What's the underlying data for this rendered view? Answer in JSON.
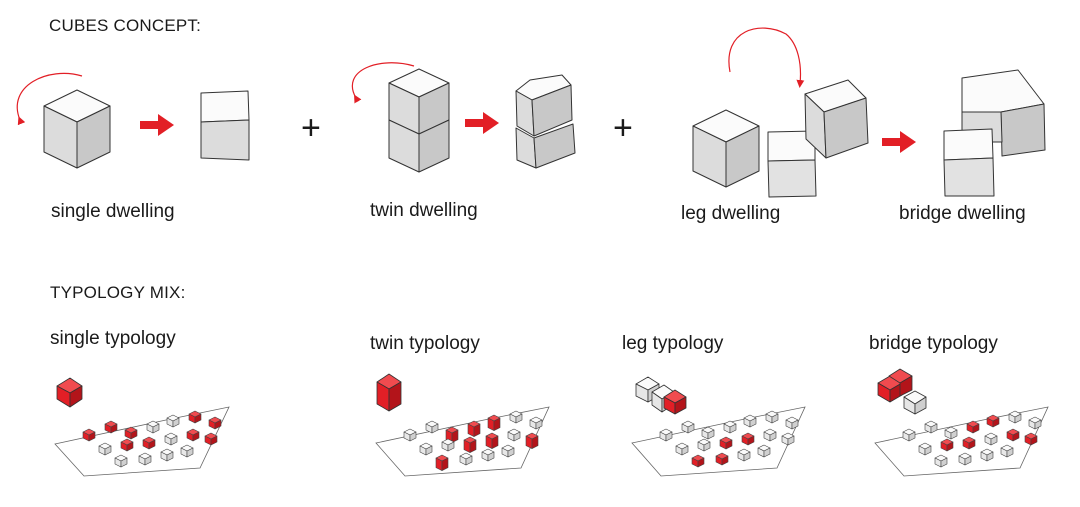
{
  "headings": {
    "cubes_concept": "CUBES CONCEPT:",
    "typology_mix": "TYPOLOGY MIX:"
  },
  "concept_labels": {
    "single": "single dwelling",
    "twin": "twin dwelling",
    "leg": "leg dwelling",
    "bridge": "bridge dwelling"
  },
  "typology_labels": {
    "single": "single typology",
    "twin": "twin typology",
    "leg": "leg typology",
    "bridge": "bridge typology"
  },
  "operators": {
    "plus": "+"
  },
  "colors": {
    "accent_red": "#e21f26",
    "cube_top": "#fbfbfb",
    "cube_left": "#dcdcdc",
    "cube_right": "#c8c8c8",
    "edge": "#333333"
  }
}
